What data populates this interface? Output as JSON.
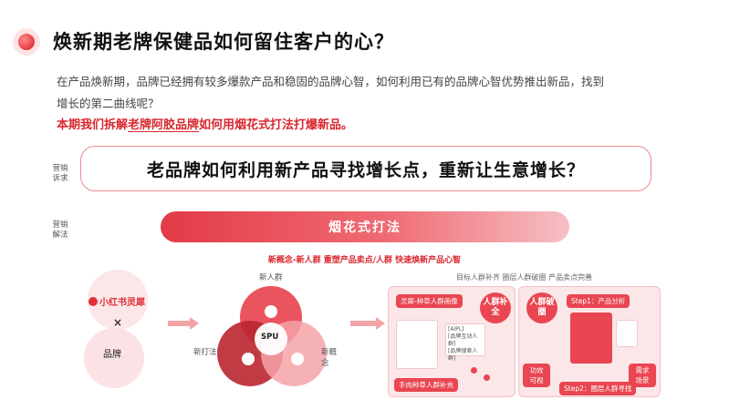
{
  "header": {
    "title": "焕新期老牌保健品如何留住客户的心？"
  },
  "intro": {
    "line1": "在产品焕新期，品牌已经拥有较多爆款产品和稳固的品牌心智，如何利用已有的品牌心智优势推出新品，找到",
    "line2": "增长的第二曲线呢？",
    "highlight_prefix": "本期我们拆解",
    "highlight_brand": "老牌阿胶品牌",
    "highlight_suffix": "如何用烟花式打法打爆新品。"
  },
  "labels": {
    "appeal_a": "营销",
    "appeal_b": "诉求",
    "method_a": "营销",
    "method_b": "解法"
  },
  "appeal": {
    "text": "老品牌如何利用新产品寻找增长点，重新让生意增长？"
  },
  "method": {
    "bar_text": "烟花式打法",
    "subtitle": "新概念-新人群 重塑产品卖点/人群 快速焕新产品心智"
  },
  "left_diagram": {
    "logo_text": "小红书灵犀",
    "cross": "×",
    "brand": "品牌"
  },
  "venn": {
    "top_label": "新人群",
    "center_label": "SPU",
    "left_label": "新打法",
    "right_label": "新概念"
  },
  "right_diagram": {
    "caption": "目标人群补齐 圈层人群破圈 产品卖点完善",
    "panel1_tag": "灵犀-种草人群画像",
    "panel1_bubble": "人群补全",
    "panel1_bottom_tag": "手肉种草人群补充",
    "panel1_items": [
      "[AIPL]",
      "[品牌互动人群]",
      "[品牌搜索人群]"
    ],
    "panel2_bubble": "人群破圈",
    "panel2_step1": "Step1：产品分析",
    "panel2_step2": "Step2：圈层人群寻找",
    "panel2_left1": "功效可视",
    "panel2_right1": "需求场景"
  },
  "colors": {
    "accent": "#e23a46",
    "accent_light": "#fbe6e8",
    "text_dark": "#111111"
  }
}
